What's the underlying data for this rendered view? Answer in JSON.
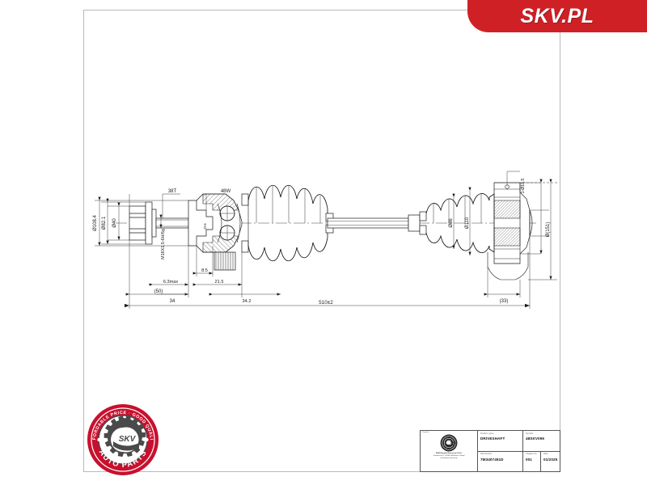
{
  "banner": {
    "text": "SKV.PL",
    "color": "#cf2026"
  },
  "drawing": {
    "title": "DRIVESHAFT technical drawing",
    "dimensions": {
      "top_callouts": [
        {
          "id": "spline-outer-teeth",
          "label": "38T"
        },
        {
          "id": "abs-ring-teeth",
          "label": "48W"
        },
        {
          "id": "bolt-hole-right",
          "label": "1-ø10.5"
        }
      ],
      "left_verticals": [
        {
          "id": "outer-joint-od",
          "label": "ø108.4"
        },
        {
          "id": "boot-clamp-od",
          "label": "ø82.1"
        },
        {
          "id": "nut-af",
          "label": "ø40"
        },
        {
          "id": "thread",
          "label": "M16X1.5-6H/6g"
        }
      ],
      "right_verticals": [
        {
          "id": "inner-joint-hub",
          "label": "ø86"
        },
        {
          "id": "inner-joint-od",
          "label": "ø110"
        },
        {
          "id": "flange-ref-od",
          "label": "ø(151)"
        }
      ],
      "bottom_horizontals": [
        {
          "id": "outer-stub-ref",
          "label": "(50)"
        },
        {
          "id": "thread-run-out",
          "label": "6.3max"
        },
        {
          "id": "thread-length",
          "label": "34"
        },
        {
          "id": "seal-land",
          "label": "8.5"
        },
        {
          "id": "spline-length",
          "label": "21.5"
        },
        {
          "id": "stub-length",
          "label": "34.2"
        },
        {
          "id": "overall-length",
          "label": "510±2"
        },
        {
          "id": "inner-stub-ref",
          "label": "(33)"
        }
      ]
    }
  },
  "logo": {
    "arc_top": "AFFORDABLE PRICE · GOOD QUALITY",
    "arc_bottom": "AUTO PARTS",
    "center": "SKV",
    "ring_color": "#c8102e",
    "gear_color": "#4a4a4a"
  },
  "title_block": {
    "supplier": {
      "caption": "Supplier",
      "company": "ESEN Skupaki Motoryzacji S.K.A.",
      "address": "Poprzeczna 17, 00-800 Warszawa, Poland",
      "contact": "info@skv.pl  www.skv.pl"
    },
    "product_name": {
      "caption": "Product name",
      "value": "DRIVESHAFT"
    },
    "symbol": {
      "caption": "Symbol",
      "value": "48SKV099"
    },
    "oe_number": {
      "caption": "OE Number",
      "value": "7M3407451D"
    },
    "chapter_no": {
      "caption": "Chapter No",
      "value": "001"
    },
    "date": {
      "caption": "Date",
      "value": "01/2025"
    }
  },
  "watermark": {
    "text": "SKV.PL",
    "opacity": "0.05"
  }
}
